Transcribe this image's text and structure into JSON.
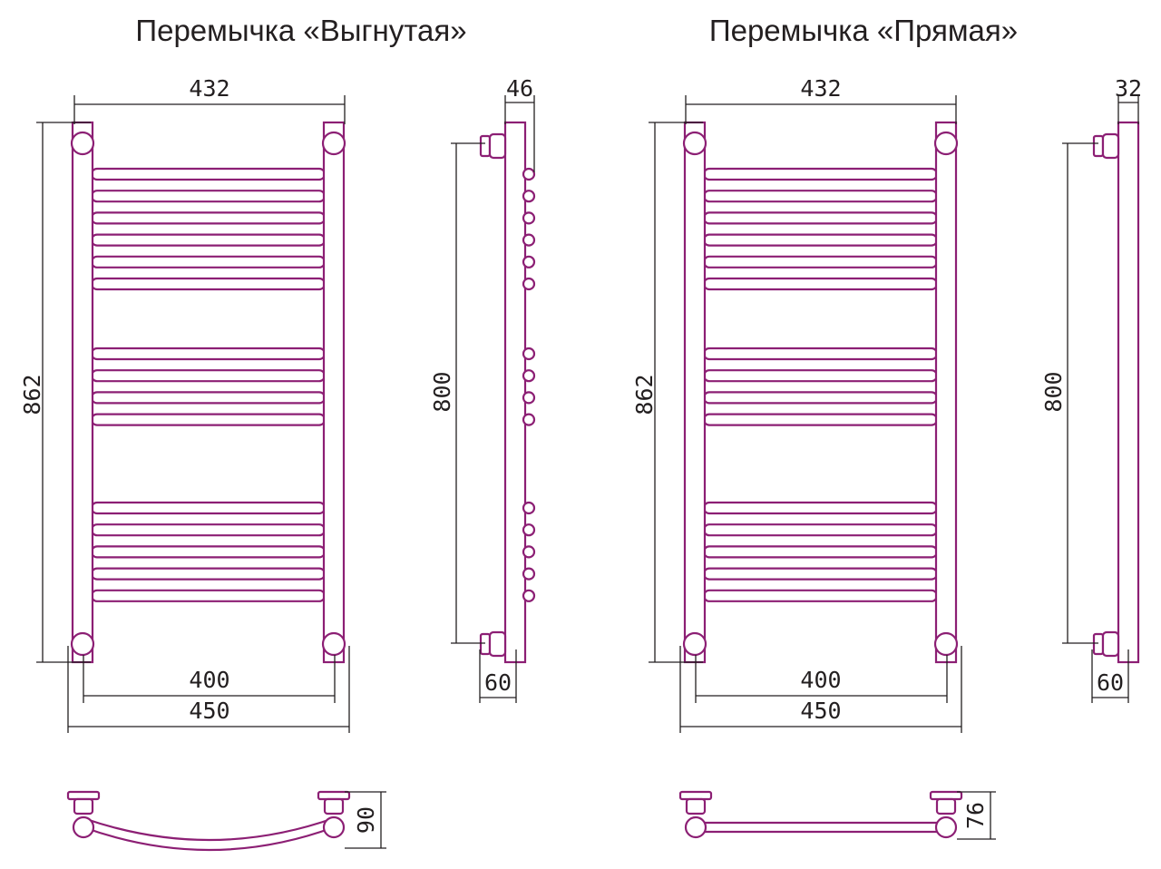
{
  "colors": {
    "pipe": "#8c1f74",
    "dimension": "#231f20",
    "background": "#ffffff"
  },
  "curved": {
    "title": "Перемычка «Выгнутая»",
    "dims": {
      "width_top": "432",
      "height": "862",
      "centers": "400",
      "width_total": "450",
      "side_height": "800",
      "side_depth_top": "46",
      "side_depth_bottom": "60",
      "bottom_depth": "90"
    }
  },
  "straight": {
    "title": "Перемычка «Прямая»",
    "dims": {
      "width_top": "432",
      "height": "862",
      "centers": "400",
      "width_total": "450",
      "side_height": "800",
      "side_depth_top": "32",
      "side_depth_bottom": "60",
      "bottom_depth": "76"
    }
  }
}
